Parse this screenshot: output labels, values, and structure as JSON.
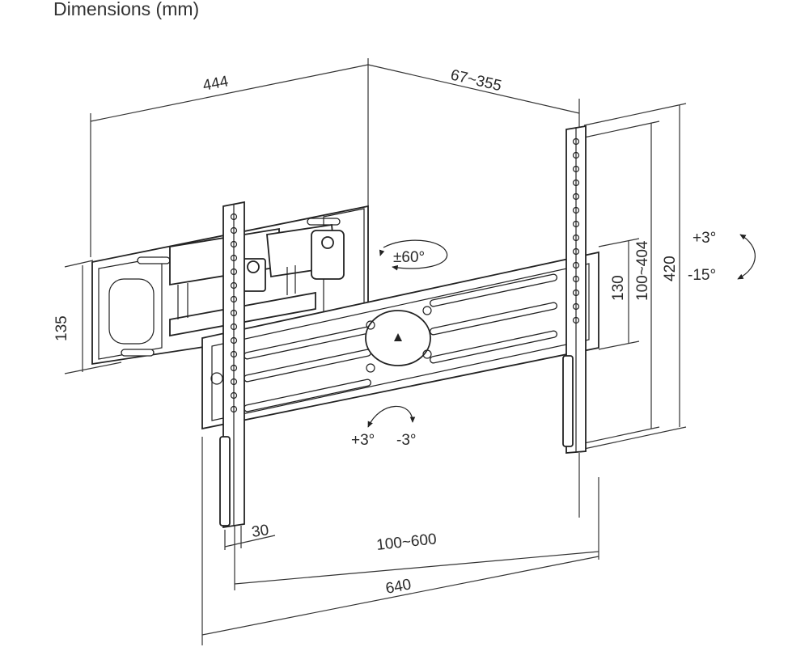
{
  "title": "Dimensions (mm)",
  "dimensions": {
    "wall_width": "444",
    "extension": "67~355",
    "wall_height": "135",
    "height_overall": "420",
    "vesa_vertical": "100~404",
    "center_height": "130",
    "offset": "30",
    "vesa_horizontal": "100~600",
    "overall_width": "640"
  },
  "rotation": {
    "swivel": "±60°",
    "tilt_up": "+3°",
    "tilt_down": "-15°",
    "level_plus": "+3°",
    "level_minus": "-3°"
  },
  "colors": {
    "line": "#222222",
    "dimension_line": "#333333",
    "text": "#2a2a2a"
  }
}
